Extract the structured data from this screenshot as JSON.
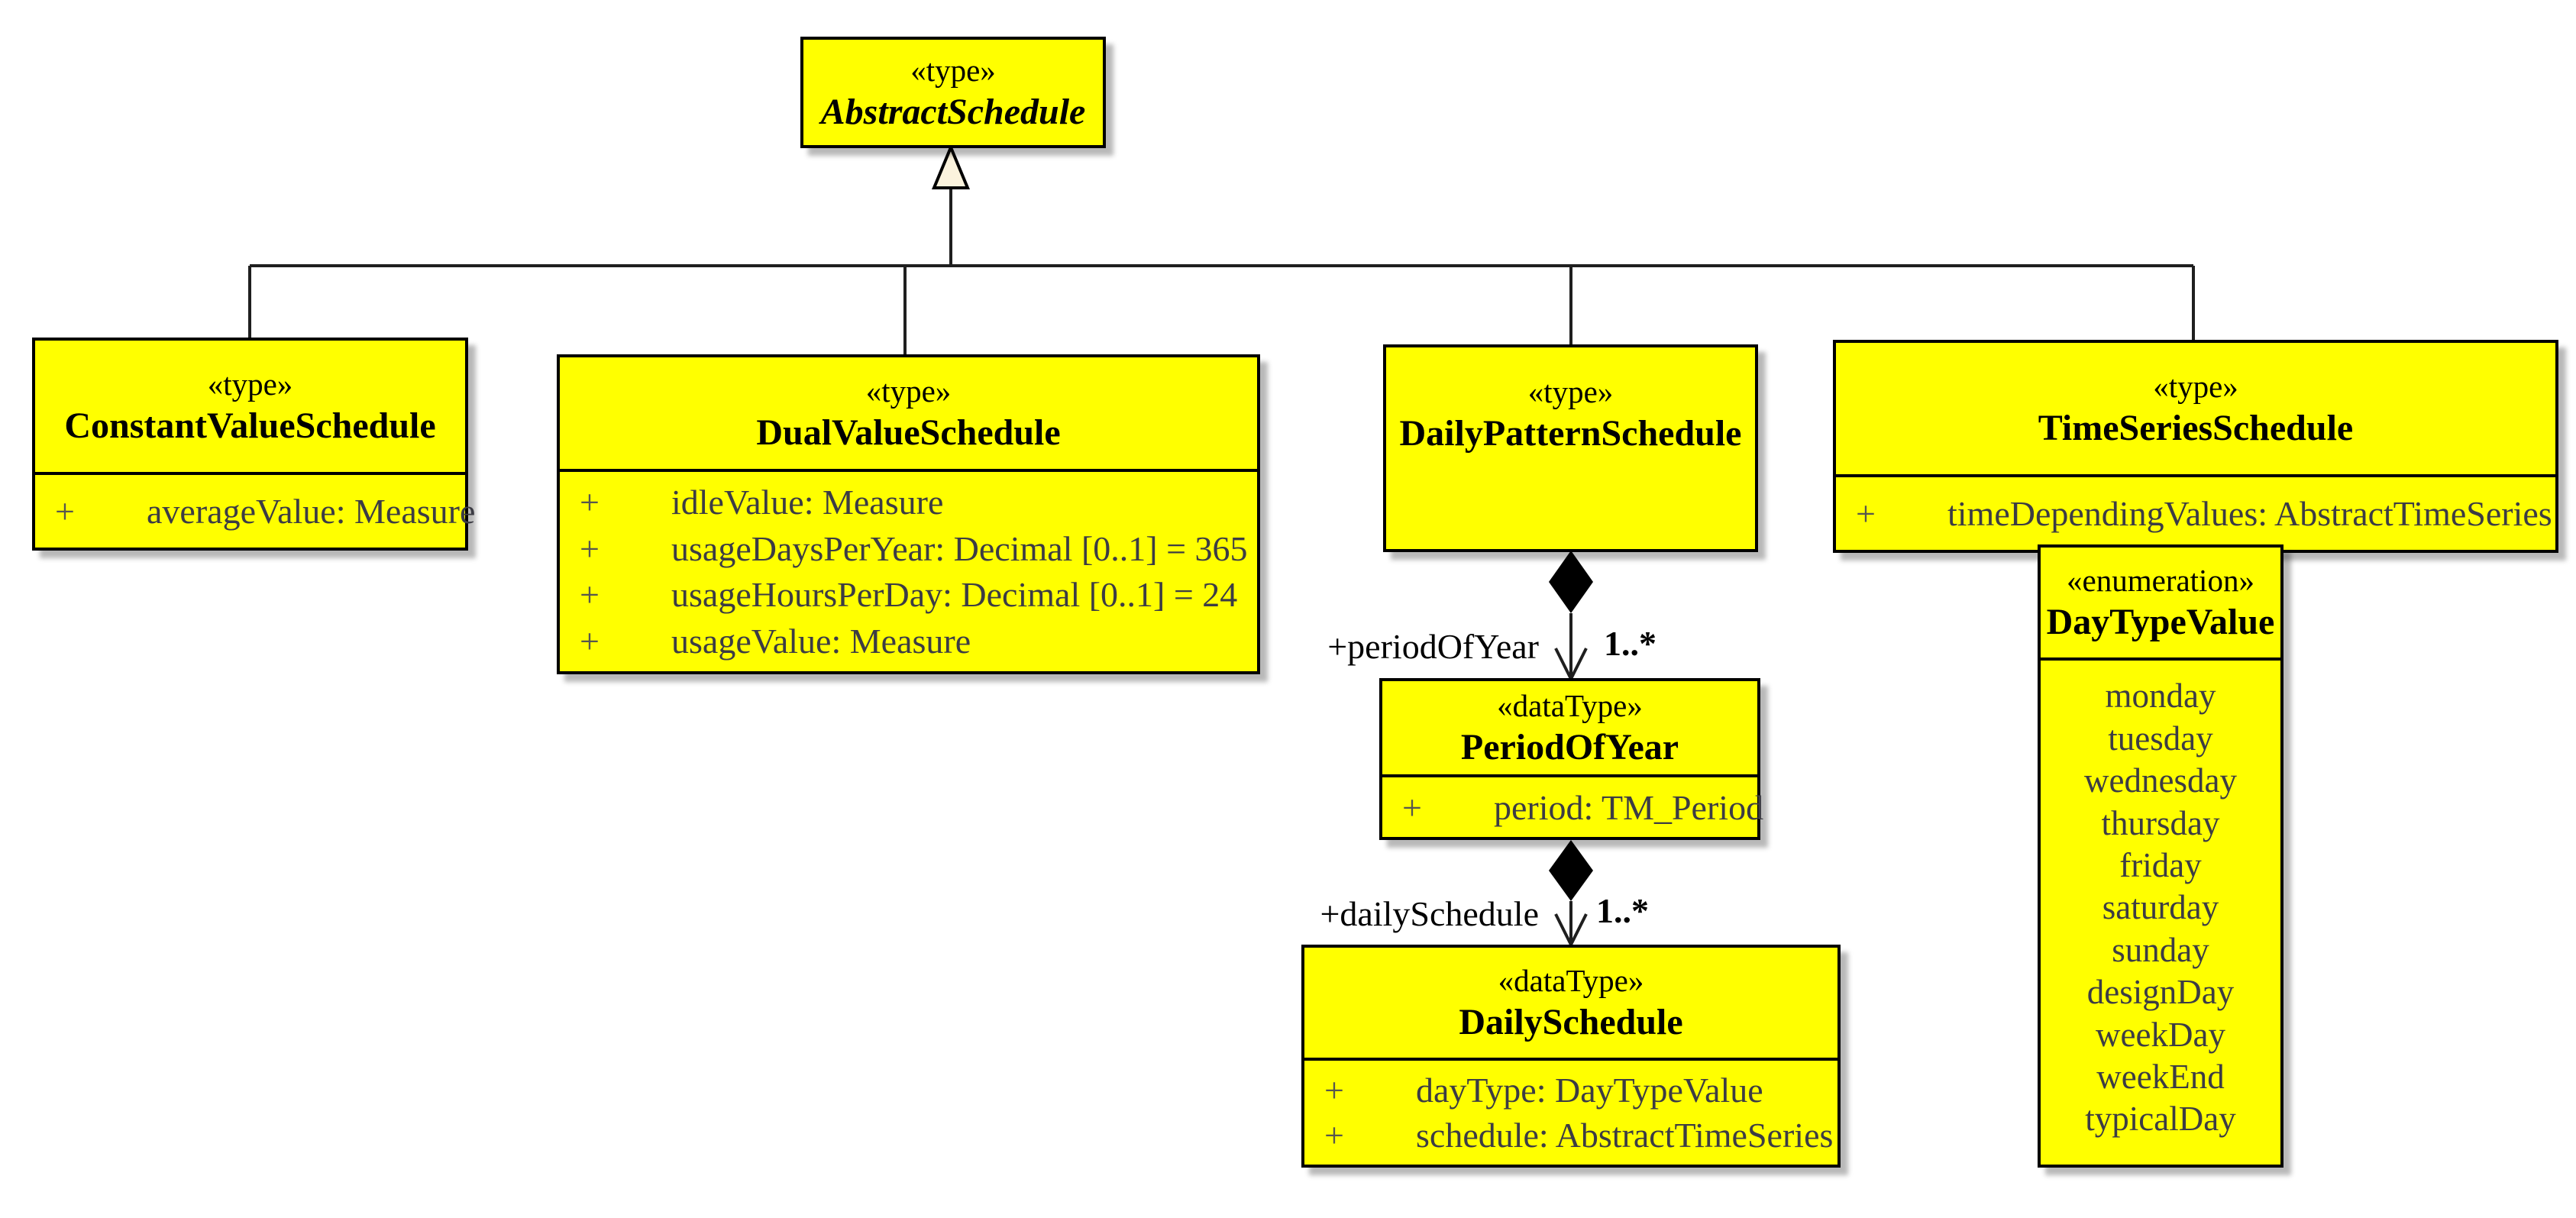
{
  "diagram_title": "Schedule UML class diagram",
  "colors": {
    "class_fill": "#ffff00",
    "border": "#000000",
    "attribute_text": "#3c3c44",
    "line": "#1f1f1f",
    "generalization_arrow_fill": "#fbf3dd",
    "background": "#ffffff"
  },
  "classes": [
    {
      "id": "abstract-schedule",
      "stereotype": "«type»",
      "name": "AbstractSchedule",
      "abstract": true,
      "attributes": []
    },
    {
      "id": "constant-value-schedule",
      "stereotype": "«type»",
      "name": "ConstantValueSchedule",
      "attributes": [
        {
          "vis": "+",
          "text": "averageValue: Measure"
        }
      ]
    },
    {
      "id": "dual-value-schedule",
      "stereotype": "«type»",
      "name": "DualValueSchedule",
      "attributes": [
        {
          "vis": "+",
          "text": "idleValue: Measure"
        },
        {
          "vis": "+",
          "text": "usageDaysPerYear: Decimal [0..1] = 365"
        },
        {
          "vis": "+",
          "text": "usageHoursPerDay: Decimal [0..1] = 24"
        },
        {
          "vis": "+",
          "text": "usageValue: Measure"
        }
      ]
    },
    {
      "id": "daily-pattern-schedule",
      "stereotype": "«type»",
      "name": "DailyPatternSchedule",
      "attributes": []
    },
    {
      "id": "time-series-schedule",
      "stereotype": "«type»",
      "name": "TimeSeriesSchedule",
      "attributes": [
        {
          "vis": "+",
          "text": "timeDependingValues: AbstractTimeSeries"
        }
      ]
    },
    {
      "id": "period-of-year",
      "stereotype": "«dataType»",
      "name": "PeriodOfYear",
      "attributes": [
        {
          "vis": "+",
          "text": "period: TM_Period"
        }
      ]
    },
    {
      "id": "daily-schedule",
      "stereotype": "«dataType»",
      "name": "DailySchedule",
      "attributes": [
        {
          "vis": "+",
          "text": "dayType: DayTypeValue"
        },
        {
          "vis": "+",
          "text": "schedule: AbstractTimeSeries"
        }
      ]
    }
  ],
  "enumeration": {
    "id": "day-type-value",
    "stereotype": "«enumeration»",
    "name": "DayTypeValue",
    "values": [
      "monday",
      "tuesday",
      "wednesday",
      "thursday",
      "friday",
      "saturday",
      "sunday",
      "designDay",
      "weekDay",
      "weekEnd",
      "typicalDay"
    ]
  },
  "edges": {
    "generalization_children": [
      "ConstantValueSchedule",
      "DualValueSchedule",
      "DailyPatternSchedule",
      "TimeSeriesSchedule"
    ],
    "composition_period_of_year": {
      "role": "+periodOfYear",
      "multiplicity": "1..*"
    },
    "composition_daily_schedule": {
      "role": "+dailySchedule",
      "multiplicity": "1..*"
    }
  }
}
